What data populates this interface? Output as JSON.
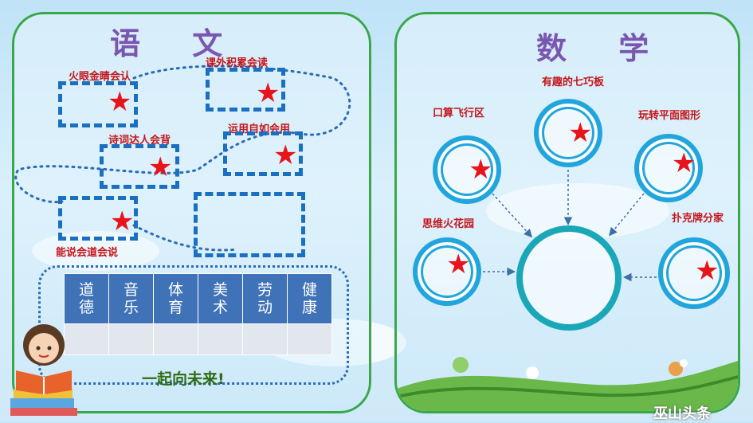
{
  "chinese_panel": {
    "title": "语 文",
    "labels": [
      "火眼金睛会认",
      "课外积累会读",
      "诗词达人会背",
      "运用自如会用",
      "能说会道会说"
    ],
    "subjects": [
      [
        "道",
        "德"
      ],
      [
        "音",
        "乐"
      ],
      [
        "体",
        "育"
      ],
      [
        "美",
        "术"
      ],
      [
        "劳",
        "动"
      ],
      [
        "健",
        "康"
      ]
    ],
    "motto": "一起向未来!"
  },
  "math_panel": {
    "title": "数 学",
    "labels": [
      "有趣的七巧板",
      "口算飞行区",
      "玩转平面图形",
      "思维火花园",
      "扑克牌分家"
    ]
  },
  "watermark": "巫山头条",
  "colors": {
    "border_green": "#3aa84a",
    "dash_blue": "#1a6fc0",
    "ring_blue": "#21a5dd",
    "star_red": "#e8141b",
    "title_purple": "#7a56b0"
  }
}
